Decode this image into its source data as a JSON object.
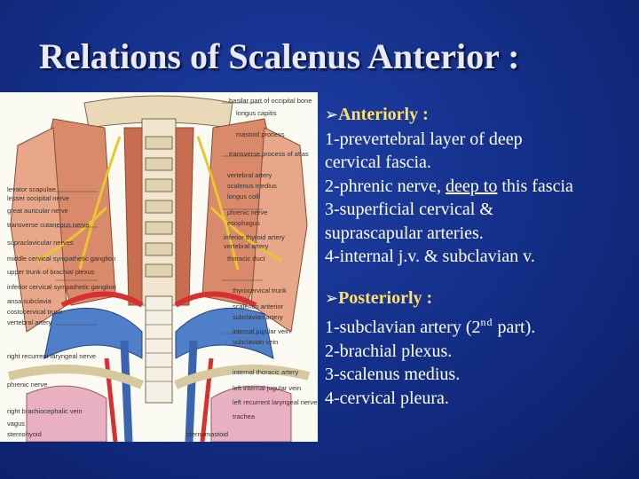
{
  "title": "Relations of Scalenus Anterior :",
  "figure": {
    "left_labels": [
      "levator scapulae",
      "lesser occipital nerve",
      "great auricular nerve",
      "transverse cutaneous nerve",
      "supraclavicular nerves",
      "middle cervical sympathetic ganglion",
      "upper trunk of brachial plexus",
      "inferior cervical sympathetic ganglion",
      "ansa subclavia",
      "costocervical trunk",
      "vertebral artery",
      "right recurrent laryngeal nerve",
      "phrenic nerve",
      "right brachiocephalic vein",
      "vagus",
      "sternohyoid"
    ],
    "right_labels": [
      "basilar part of occipital bone",
      "longus capitis",
      "mastoid process",
      "transverse process of atlas",
      "vertebral artery",
      "scalenus medius",
      "longus colli",
      "phrenic nerve",
      "esophagus",
      "inferior thyroid artery",
      "vertebral artery",
      "thoracic duct",
      "thyrocervical trunk",
      "scalenus anterior",
      "subclavian artery",
      "internal jugular vein",
      "subclavian vein",
      "internal thoracic artery",
      "left internal jugular vein",
      "left recurrent laryngeal nerve",
      "trachea",
      "sternomastoid"
    ]
  },
  "anteriorly": {
    "heading": "Anteriorly :",
    "lines": [
      "1-prevertebral layer of  deep",
      "cervical fascia.",
      "2-phrenic nerve, ",
      "deep to",
      " this fascia",
      "3-superficial cervical &",
      "suprascapular arteries.",
      "4-internal j.v. & subclavian v."
    ]
  },
  "posteriorly": {
    "heading": "Posteriorly :",
    "line1_pre": "1-subclavian artery (2",
    "line1_sup": "nd",
    "line1_post": "  part).",
    "lines": [
      "2-brachial plexus.",
      "3-scalenus medius.",
      "4-cervical pleura."
    ]
  }
}
